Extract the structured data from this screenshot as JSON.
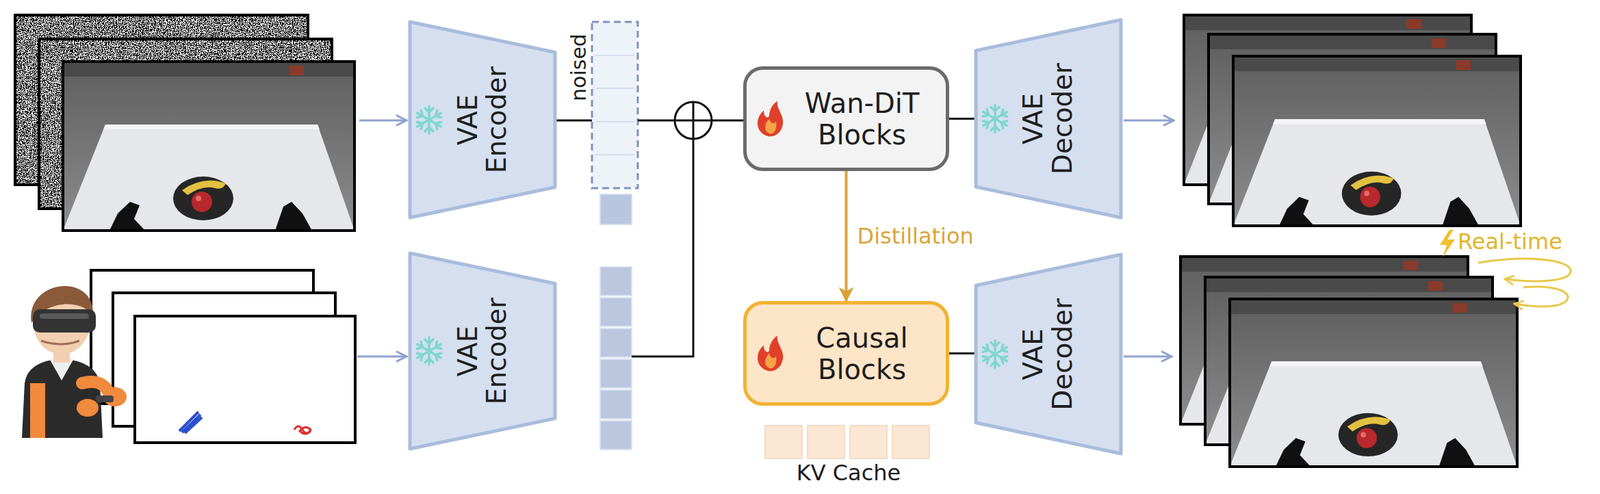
{
  "diagram": {
    "nodes": [
      {
        "text": [
          "VAE Encoder"
        ]
      },
      {
        "text": [
          "VAE Encoder"
        ]
      },
      {
        "text": [
          "Wan-DiT Blocks"
        ]
      },
      {
        "text": [
          "VAE Decoder"
        ]
      },
      {
        "text": [
          "Causal Blocks"
        ]
      },
      {
        "text": [
          "VAE Decoder"
        ]
      }
    ],
    "edges": [
      {
        "from": 2,
        "to": 3,
        "arrow": "none"
      },
      {
        "from": 4,
        "to": 5,
        "arrow": "none"
      },
      {
        "from": 2,
        "to": 4,
        "arrow": "to",
        "label": "Distillation"
      }
    ],
    "labels": [
      "noised",
      "KV Cache",
      "Real-time"
    ]
  }
}
